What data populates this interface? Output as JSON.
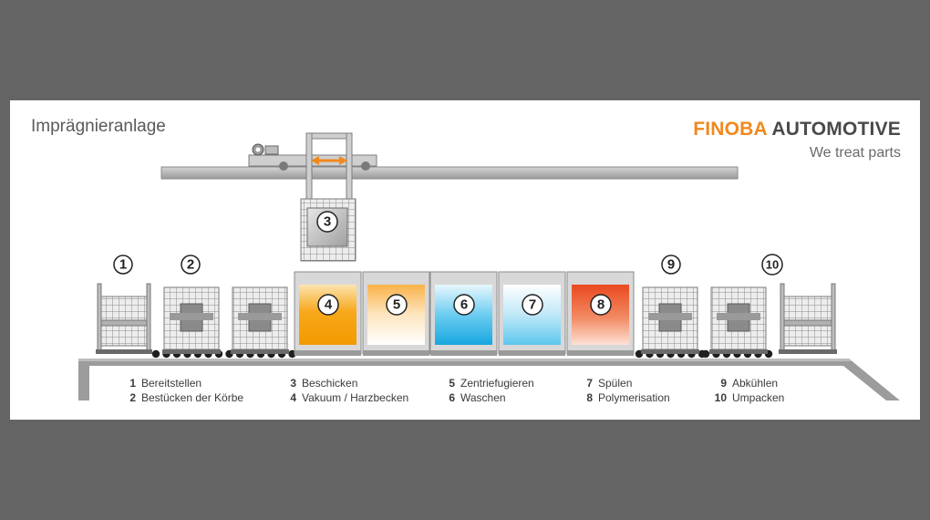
{
  "title": "Imprägnieranlage",
  "brand": {
    "part1": "FINOBA",
    "part2": "AUTOMOTIVE",
    "slogan": "We treat parts"
  },
  "colors": {
    "accent": "#f0891f",
    "frame": "#a6a6a6",
    "tank_orange": "#f7a81b",
    "tank_blue": "#2fb2e6",
    "tank_red": "#ea5a2a"
  },
  "markers": {
    "m1": "1",
    "m2": "2",
    "m3": "3",
    "m4": "4",
    "m5": "5",
    "m6": "6",
    "m7": "7",
    "m8": "8",
    "m9": "9",
    "m10": "10"
  },
  "legend": [
    {
      "n": "1",
      "label": "Bereitstellen"
    },
    {
      "n": "2",
      "label": "Bestücken der Körbe"
    },
    {
      "n": "3",
      "label": "Beschicken"
    },
    {
      "n": "4",
      "label": "Vakuum / Harzbecken"
    },
    {
      "n": "5",
      "label": "Zentriefugieren"
    },
    {
      "n": "6",
      "label": "Waschen"
    },
    {
      "n": "7",
      "label": "Spülen"
    },
    {
      "n": "8",
      "label": "Polymerisation"
    },
    {
      "n": "9",
      "label": "Abkühlen"
    },
    {
      "n": "10",
      "label": "Umpacken"
    }
  ]
}
